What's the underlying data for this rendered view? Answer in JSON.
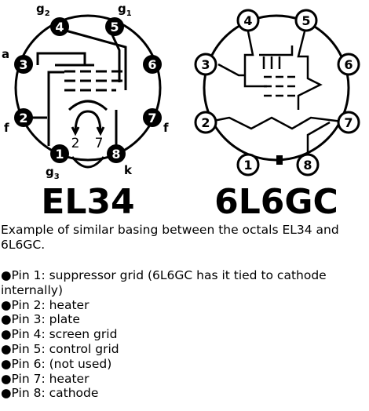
{
  "tubes": [
    {
      "name": "EL34",
      "pins": [
        "1",
        "2",
        "3",
        "4",
        "5",
        "6",
        "7",
        "8"
      ],
      "inner_labels": [
        "2",
        "7"
      ],
      "pin_letters": {
        "g2": "g",
        "g2_sub": "2",
        "g1": "g",
        "g1_sub": "1",
        "a": "a",
        "f_left": "f",
        "f_right": "f",
        "g3": "g",
        "g3_sub": "3",
        "k": "k"
      }
    },
    {
      "name": "6L6GC",
      "pins": [
        "1",
        "2",
        "3",
        "4",
        "5",
        "6",
        "7",
        "8"
      ]
    }
  ],
  "caption": "Example of similar basing between the octals EL34 and 6L6GC.",
  "pin_list": [
    "●Pin 1: suppressor grid (6L6GC has it tied to cathode internally)",
    "●Pin 2: heater",
    "●Pin 3: plate",
    "●Pin 4: screen grid",
    "●Pin 5: control grid",
    "●Pin 6: (not used)",
    "●Pin 7: heater",
    "●Pin 8: cathode"
  ]
}
